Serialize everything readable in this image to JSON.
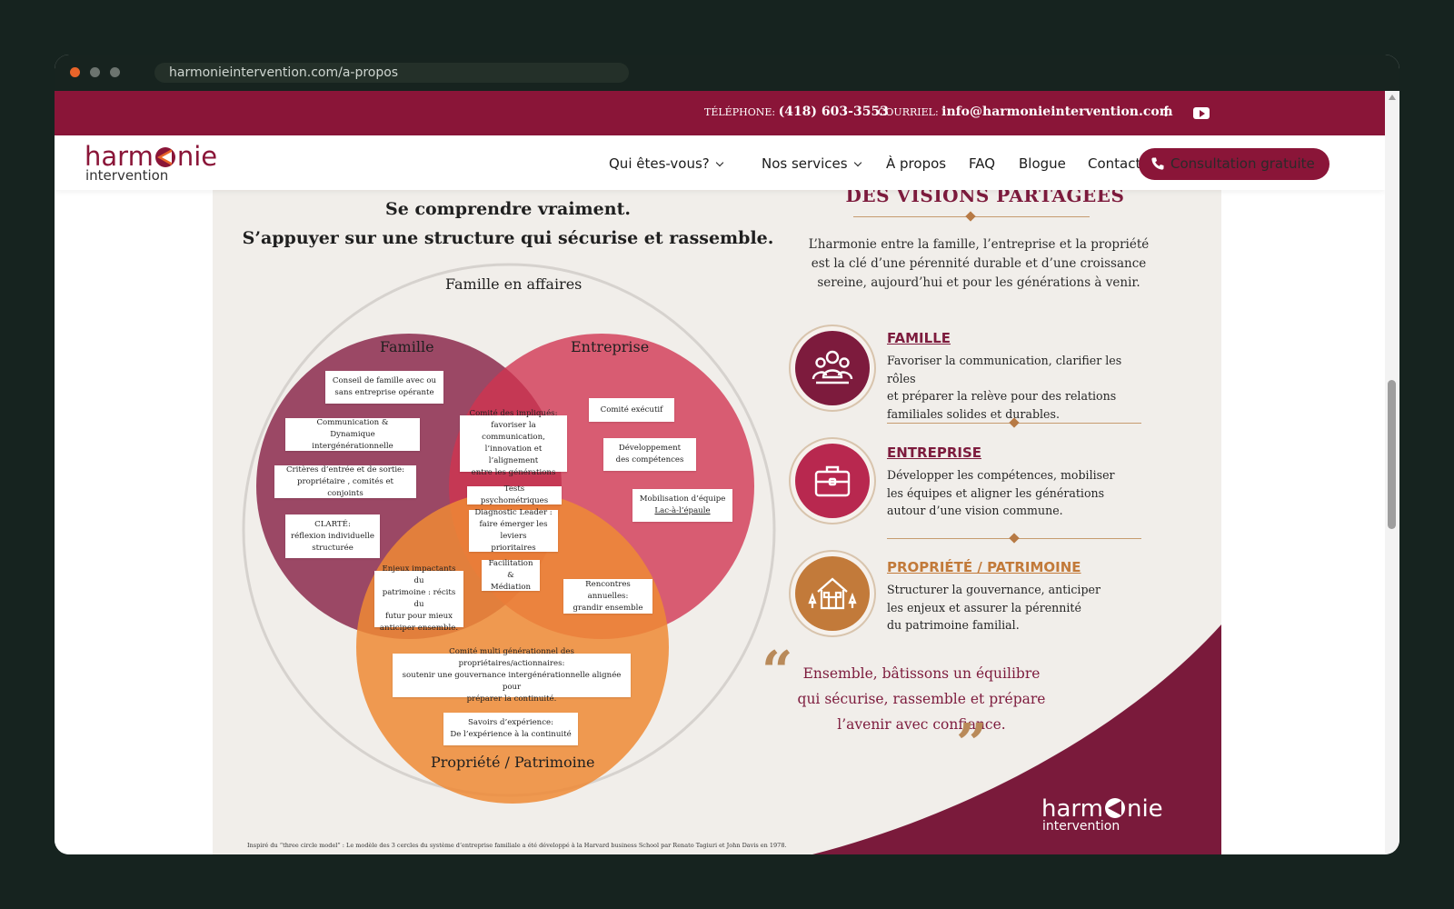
{
  "browser": {
    "url": "harmonieintervention.com/a-propos"
  },
  "topbar": {
    "phone_label": "TÉLÉPHONE:",
    "phone_value": "(418) 603-3553",
    "email_label": "COURRIEL:",
    "email_value": "info@harmonieintervention.com",
    "social_icons": [
      "facebook-icon",
      "youtube-icon"
    ]
  },
  "logo": {
    "top_left": "harm",
    "top_right": "nie",
    "bottom": "intervention"
  },
  "nav": {
    "items": [
      {
        "label": "Qui êtes-vous?",
        "has_dropdown": true
      },
      {
        "label": "Nos services",
        "has_dropdown": true
      },
      {
        "label": "À propos",
        "has_dropdown": false
      },
      {
        "label": "FAQ",
        "has_dropdown": false
      },
      {
        "label": "Blogue",
        "has_dropdown": false
      },
      {
        "label": "Contact",
        "has_dropdown": false
      }
    ],
    "cta_label": "Consultation gratuite"
  },
  "infographic": {
    "heading_line1": "Se comprendre vraiment.",
    "heading_line2": "S’appuyer sur une structure qui sécurise et rassemble.",
    "outer_label": "Famille en affaires",
    "circle_labels": {
      "famille": "Famille",
      "entreprise": "Entreprise",
      "propriete": "Propriété / Patrimoine"
    },
    "boxes": {
      "conseil_famille": [
        "Conseil de famille avec ou",
        "sans entreprise opérante"
      ],
      "communication": [
        "Communication &",
        "Dynamique intergénérationnelle"
      ],
      "criteres": [
        "Critères d’entrée et de sortie:",
        "propriétaire , comités et conjoints"
      ],
      "clarte": [
        "CLARTÉ:",
        "réflexion individuelle",
        "structurée"
      ],
      "comite_impliques": [
        "Comité des impliqués:",
        "favoriser la communication,",
        "l’innovation et l’alignement",
        "entre les générations"
      ],
      "comite_executif": [
        "Comité exécutif"
      ],
      "developpement": [
        "Développement",
        "des compétences"
      ],
      "mobilisation_line1": "Mobilisation d’équipe",
      "mobilisation_line2": "Lac-à-l’épaule",
      "tests": [
        "Tests psychométriques"
      ],
      "diagnostic": [
        "Diagnostic Leader :",
        "faire émerger les leviers",
        "prioritaires"
      ],
      "facilitation": [
        "Facilitation &",
        "Médiation"
      ],
      "enjeux": [
        "Enjeux impactants du",
        "patrimoine : récits du",
        "futur pour mieux",
        "anticiper ensemble."
      ],
      "rencontres": [
        "Rencontres annuelles:",
        "grandir ensemble"
      ],
      "comite_multi": [
        "Comité multi générationnel des propriétaires/actionnaires:",
        "soutenir une gouvernance intergénérationnelle alignée pour",
        "préparer la continuité."
      ],
      "savoirs": [
        "Savoirs d’expérience:",
        "De l’expérience à la continuité"
      ]
    },
    "right_title": "DES VISIONS PARTAGÉES",
    "intro_lines": [
      "L’harmonie entre la famille, l’entreprise et la propriété",
      "est la clé d’une pérennité durable et d’une croissance",
      "sereine, aujourd’hui et pour les générations à venir."
    ],
    "pillars": [
      {
        "title": "FAMILLE",
        "color": "#7d1b3d",
        "icon": "family-icon",
        "lines": [
          "Favoriser la communication, clarifier les rôles",
          "et préparer la relève pour des relations",
          "familiales solides et durables."
        ]
      },
      {
        "title": "ENTREPRISE",
        "color": "#b8284f",
        "icon": "briefcase-icon",
        "lines": [
          "Développer les compétences, mobiliser",
          "les équipes et aligner les générations",
          "autour d’une vision commune."
        ]
      },
      {
        "title": "PROPRIÉTÉ / PATRIMOINE",
        "color": "#c27a3a",
        "icon": "house-icon",
        "lines": [
          "Structurer la gouvernance, anticiper",
          "les enjeux et assurer la pérennité",
          "du patrimoine familial."
        ]
      }
    ],
    "quote_lines": [
      "Ensemble, bâtissons un équilibre",
      "qui sécurise, rassemble et prépare",
      "l’avenir avec confiance."
    ],
    "footnote": "Inspiré du “three circle model” : Le modèle des 3 cercles du système d’entreprise familiale a été développé à la Harvard business School par Renato Tagiuri et John Davis en 1978."
  },
  "colors": {
    "brand": "#8a1538",
    "famille": "#8c2a4e",
    "entreprise": "#cf3a55",
    "propriete": "#ee8e3a",
    "gold": "#b77a45"
  }
}
